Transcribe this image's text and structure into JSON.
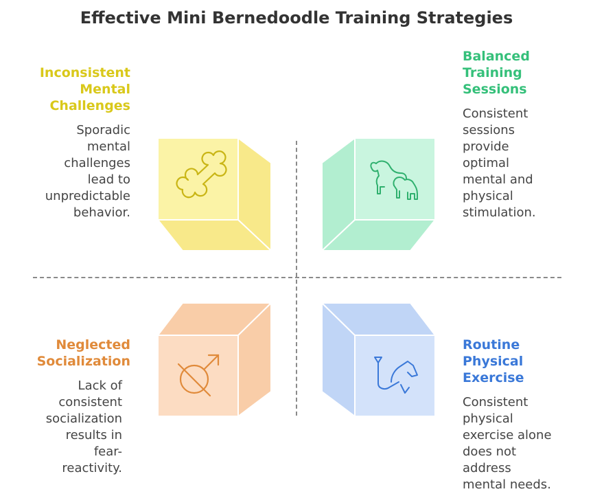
{
  "title": "Effective Mini Bernedoodle Training Strategies",
  "quadrants": {
    "top_left": {
      "label": "Inconsistent\nMental\nChallenges",
      "description": "Sporadic\nmental\nchallenges\nlead to\nunpredictable\nbehavior.",
      "color": "#d9c81a",
      "fill": "#fbf3a6",
      "icon": "bone-icon"
    },
    "top_right": {
      "label": "Balanced\nTraining\nSessions",
      "description": "Consistent\nsessions\nprovide\noptimal\nmental and\nphysical\nstimulation.",
      "color": "#35c07a",
      "fill": "#c9f5df",
      "icon": "dogs-icon"
    },
    "bottom_left": {
      "label": "Neglected\nSocialization",
      "description": "Lack of\nconsistent\nsocialization\nresults in\nfear-\nreactivity.",
      "color": "#e08a3a",
      "fill": "#fcdcc2",
      "icon": "male-symbol-crossed-icon"
    },
    "bottom_right": {
      "label": "Routine\nPhysical\nExercise",
      "description": "Consistent\nphysical\nexercise alone\ndoes not\naddress\nmental needs.",
      "color": "#3a78d8",
      "fill": "#d3e2fa",
      "icon": "dog-leash-icon"
    }
  }
}
